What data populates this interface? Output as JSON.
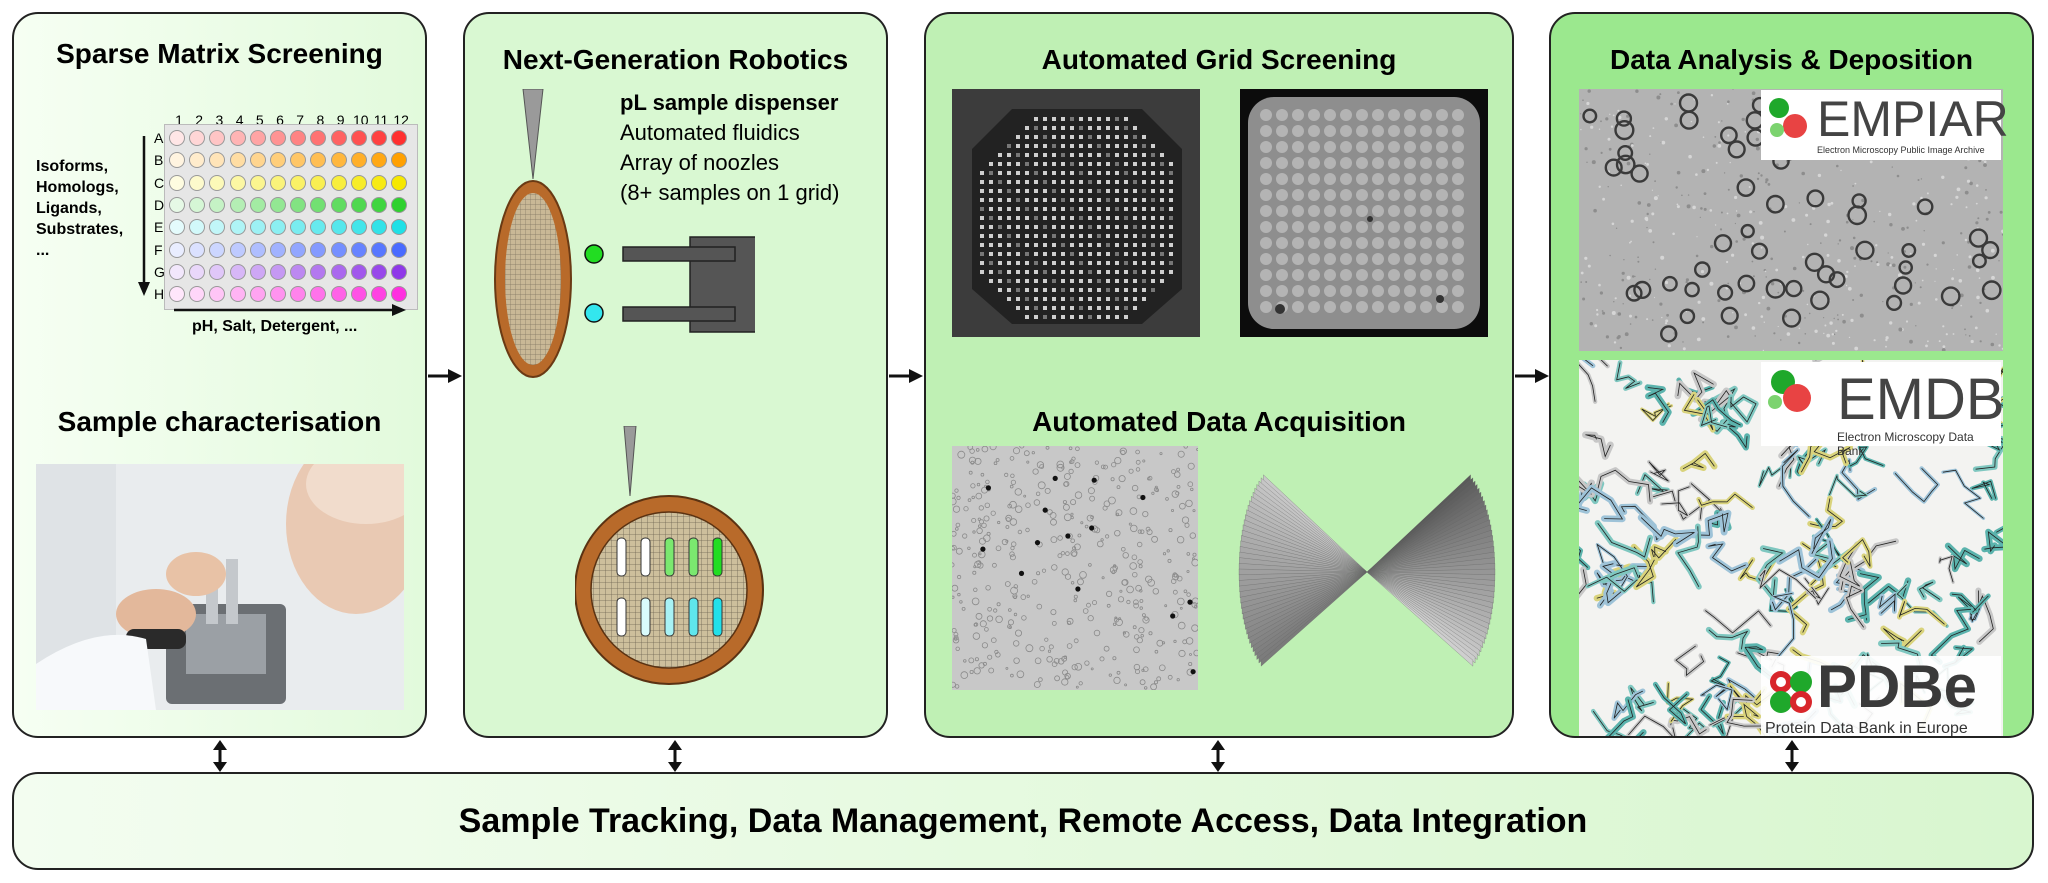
{
  "panel1": {
    "title": "Sparse Matrix Screening",
    "plate_cols": [
      "1",
      "2",
      "3",
      "4",
      "5",
      "6",
      "7",
      "8",
      "9",
      "10",
      "11",
      "12"
    ],
    "plate_rows": [
      "A",
      "B",
      "C",
      "D",
      "E",
      "F",
      "G",
      "H"
    ],
    "row_colors": [
      "#ff3030",
      "#ffa000",
      "#f6e800",
      "#2fd12f",
      "#20e0e6",
      "#4a6bff",
      "#8f38e8",
      "#ff30e0"
    ],
    "vertical_axis_items": [
      "Isoforms,",
      "Homologs,",
      "Ligands,",
      "Substrates,",
      "..."
    ],
    "horizontal_axis_label": "pH, Salt, Detergent, ...",
    "subtitle": "Sample characterisation"
  },
  "panel2": {
    "title": "Next-Generation Robotics",
    "lines": [
      "pL sample dispenser",
      "Automated fluidics",
      "Array of noozles",
      "(8+ samples on 1 grid)"
    ]
  },
  "panel3": {
    "title": "Automated Grid Screening",
    "subtitle": "Automated Data Acquisition"
  },
  "panel4": {
    "title": "Data Analysis & Deposition",
    "empiar": {
      "name": "EMPIAR",
      "caption": "Electron Microscopy Public Image Archive"
    },
    "emdb": {
      "name": "EMDB",
      "caption": "Electron Microscopy Data Bank"
    },
    "pdbe": {
      "name": "PDBe",
      "caption": "Protein Data Bank in Europe"
    }
  },
  "footer": {
    "text": "Sample Tracking, Data Management, Remote Access, Data Integration"
  },
  "colors": {
    "panel1_bg": "#eefbe9",
    "panel2_bg": "#d9f8d2",
    "panel3_bg": "#bff0b4",
    "panel4_bg": "#9be88e",
    "grid_ring": "#b8692c",
    "green_drop": "#22dd22",
    "cyan_drop": "#33e6ee"
  }
}
